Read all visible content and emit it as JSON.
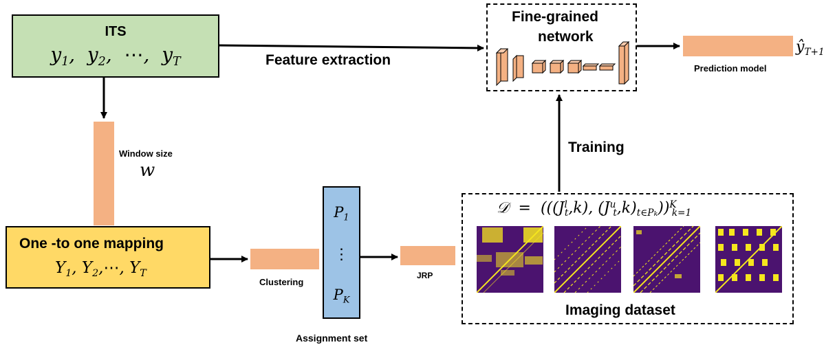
{
  "its": {
    "title": "ITS",
    "sequence": "y₁, y₂, ⋯, y_T"
  },
  "mapping": {
    "title": "One -to one mapping",
    "sequence": "Y₁, Y₂,⋯, Y_T"
  },
  "labels": {
    "feature_extraction": "Feature extraction",
    "window_size": "Window size",
    "window_symbol": "w",
    "clustering": "Clustering",
    "assignment_set": "Assignment set",
    "jrp": "JRP",
    "training": "Training",
    "imaging_dataset": "Imaging dataset",
    "fine_grained_line1": "Fine-grained",
    "fine_grained_line2": "network",
    "prediction_model": "Prediction model",
    "output_symbol": "ŷ_{T+1}"
  },
  "assignment": {
    "first": "P₁",
    "dots": "⋮",
    "last": "P_K"
  },
  "dataset_formula": "𝒟 = (((J_t^l,k), (J_t^u,k)_{t∈P_k}))_{k=1}^K",
  "colors": {
    "its_fill": "#c5e0b4",
    "mapping_fill": "#ffd966",
    "assignment_fill": "#9dc3e6",
    "orange_fill": "#f4b183",
    "rp_background": "#4b136f",
    "rp_foreground": "#f5e61e"
  }
}
